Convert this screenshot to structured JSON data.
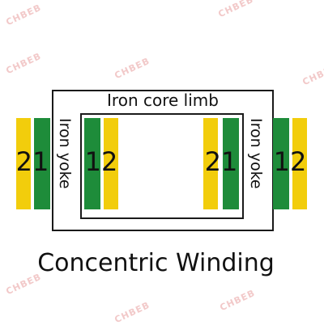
{
  "labels": {
    "core_limb": "Iron core limb",
    "yoke_left": "Iron yoke",
    "yoke_right": "Iron yoke",
    "caption": "Concentric Winding"
  },
  "windings": {
    "outer_left": "21",
    "inner_left": "12",
    "inner_right": "21",
    "outer_right": "12"
  },
  "colors": {
    "hv_winding": "#f2cd0c",
    "lv_winding": "#1e8c3a",
    "outline": "#1a1a1a",
    "watermark": "#f2c9c9"
  },
  "watermark_text": "CHBEB"
}
